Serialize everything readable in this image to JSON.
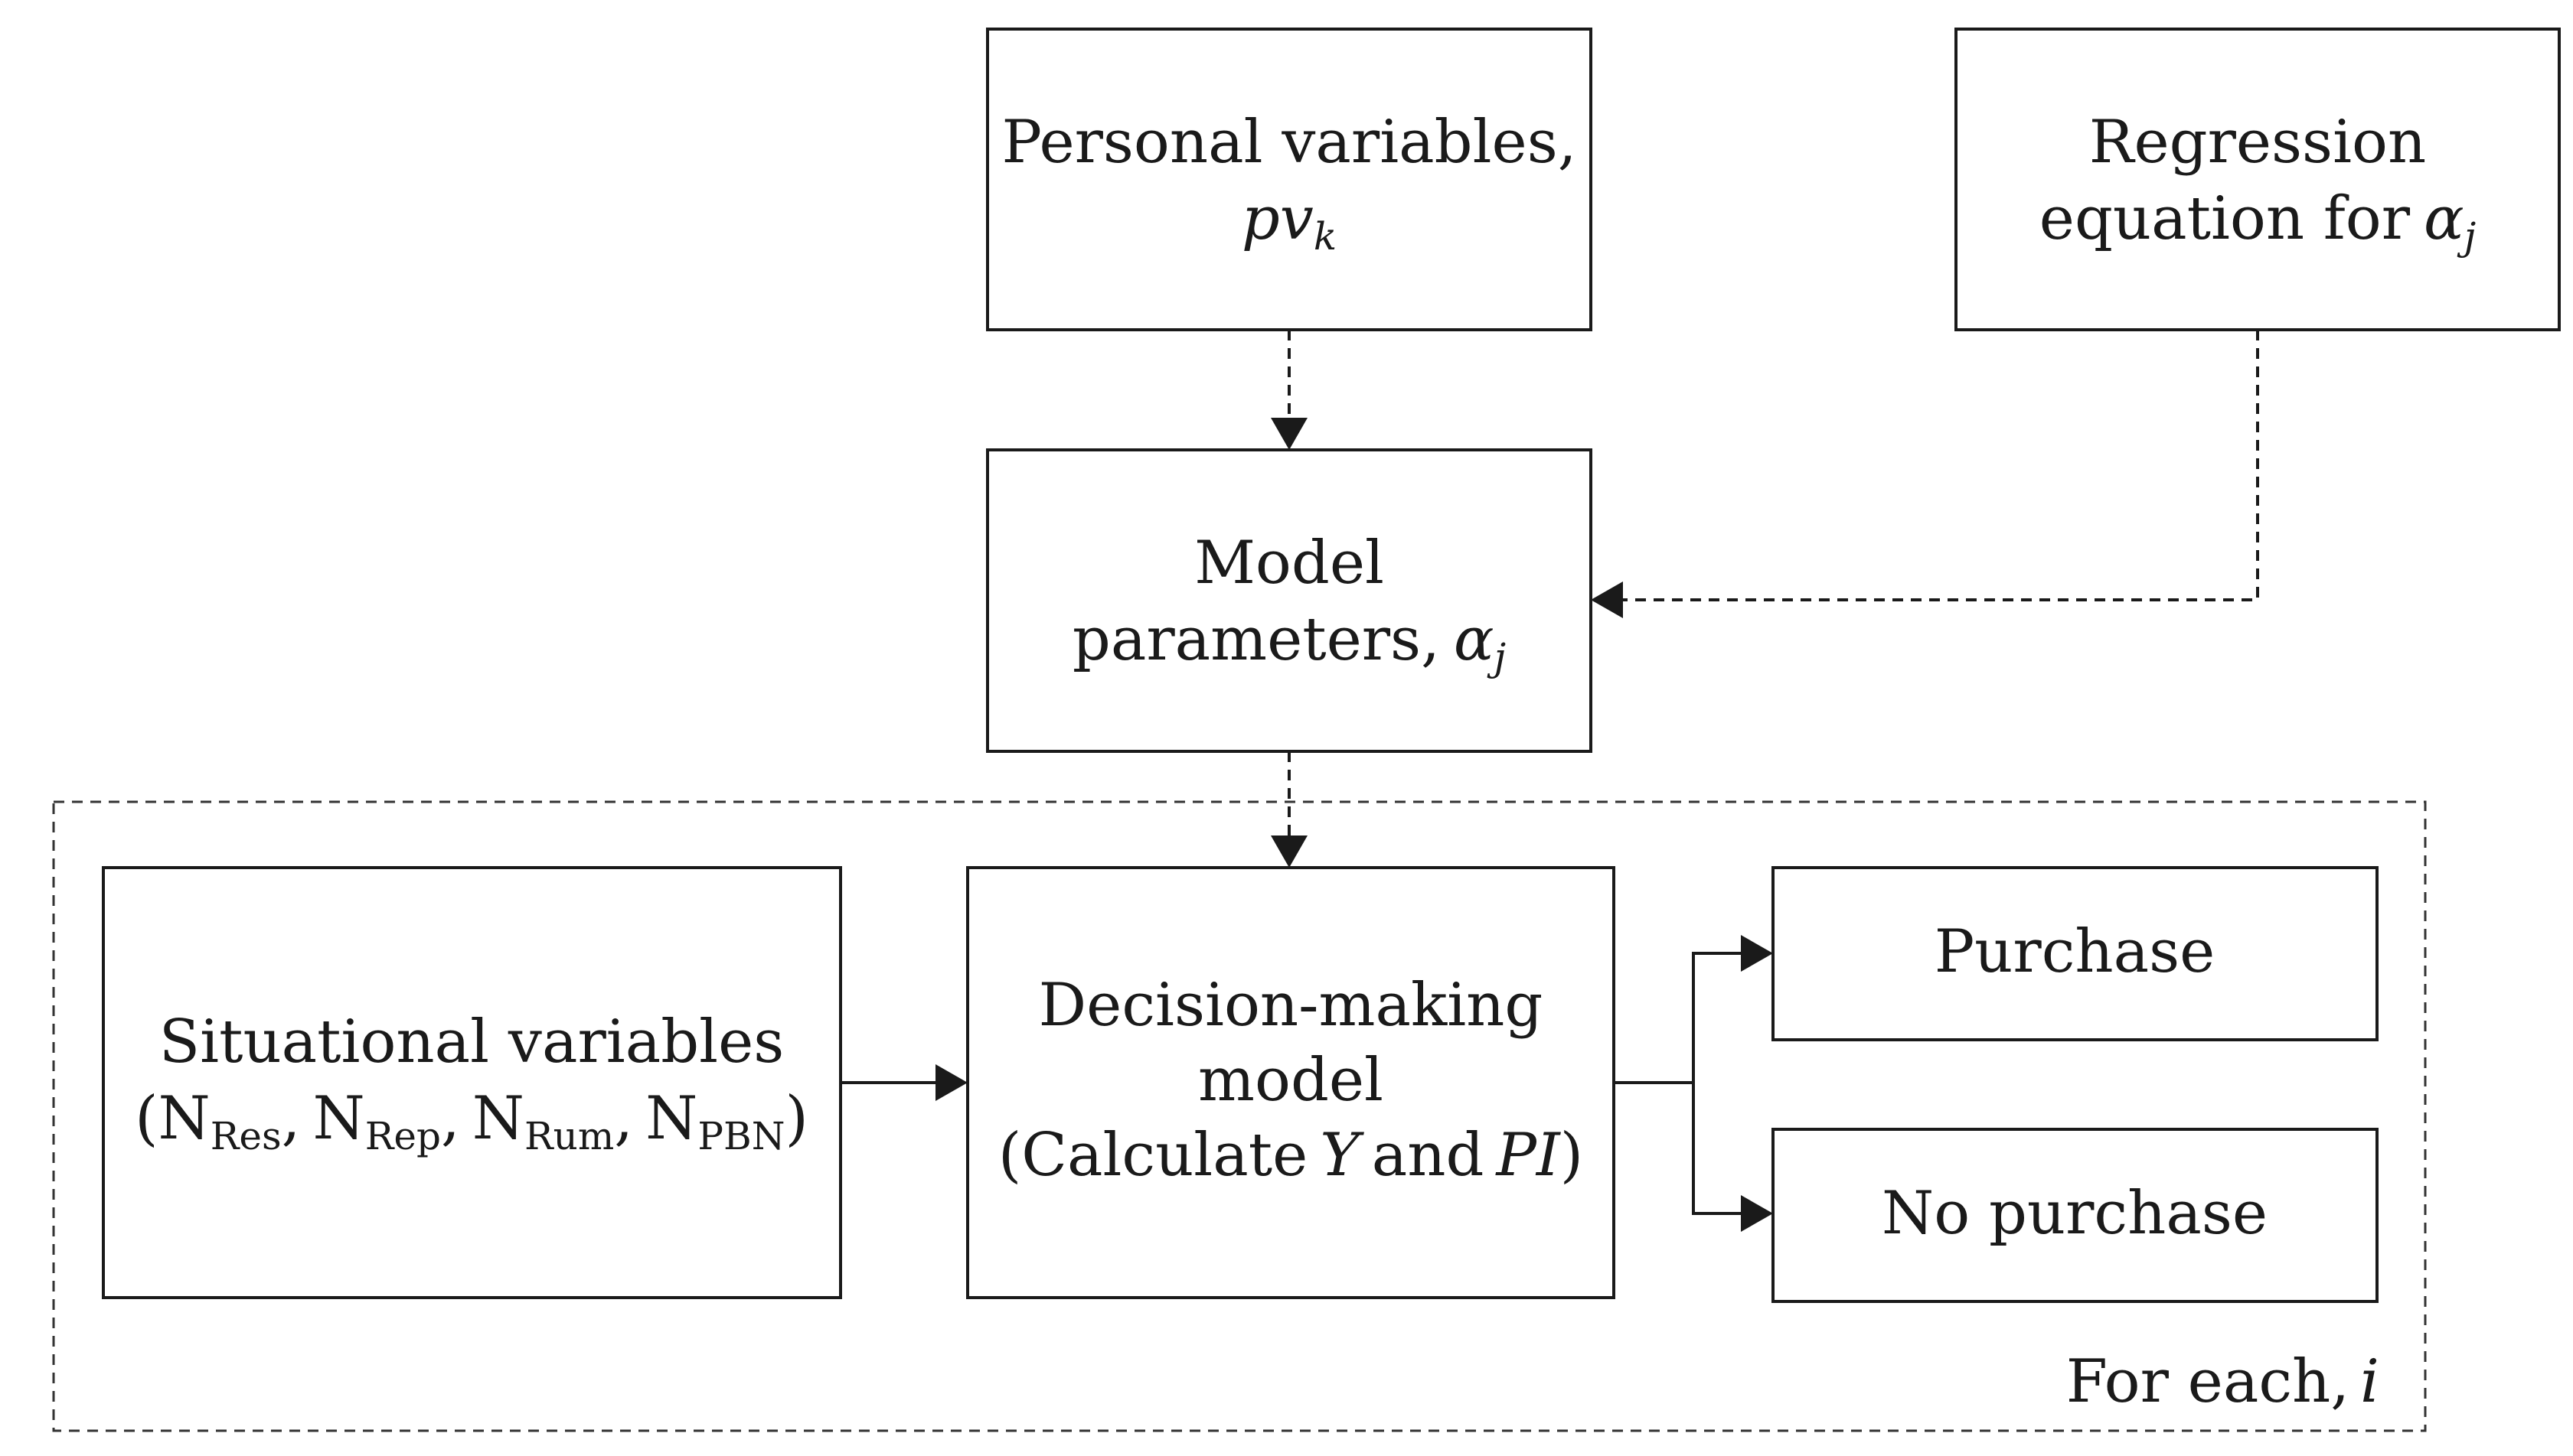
{
  "boxes": {
    "personal": {
      "line1": "Personal variables,",
      "line2_main": "pv",
      "line2_sub": "k"
    },
    "regression": {
      "line1": "Regression",
      "line2": "equation for",
      "line2_main": "α",
      "line2_sub": "j"
    },
    "model_params": {
      "line1": "Model",
      "line2": "parameters,",
      "line2_main": "α",
      "line2_sub": "j"
    },
    "situational": {
      "line1": "Situational variables",
      "open": "(",
      "vars": [
        {
          "main": "N",
          "sub": "Res"
        },
        {
          "main": "N",
          "sub": "Rep"
        },
        {
          "main": "N",
          "sub": "Rum"
        },
        {
          "main": "N",
          "sub": "PBN"
        }
      ],
      "sep": ",",
      "close": ")"
    },
    "decision": {
      "line1": "Decision-making",
      "line2": "model",
      "line3_a": "(Calculate",
      "line3_y": "Y",
      "line3_and": "and",
      "line3_pi": "PI",
      "line3_close": ")"
    },
    "purchase": {
      "label": "Purchase"
    },
    "no_purchase": {
      "label": "No purchase"
    }
  },
  "loop": {
    "label": "For each,",
    "var": "i"
  }
}
